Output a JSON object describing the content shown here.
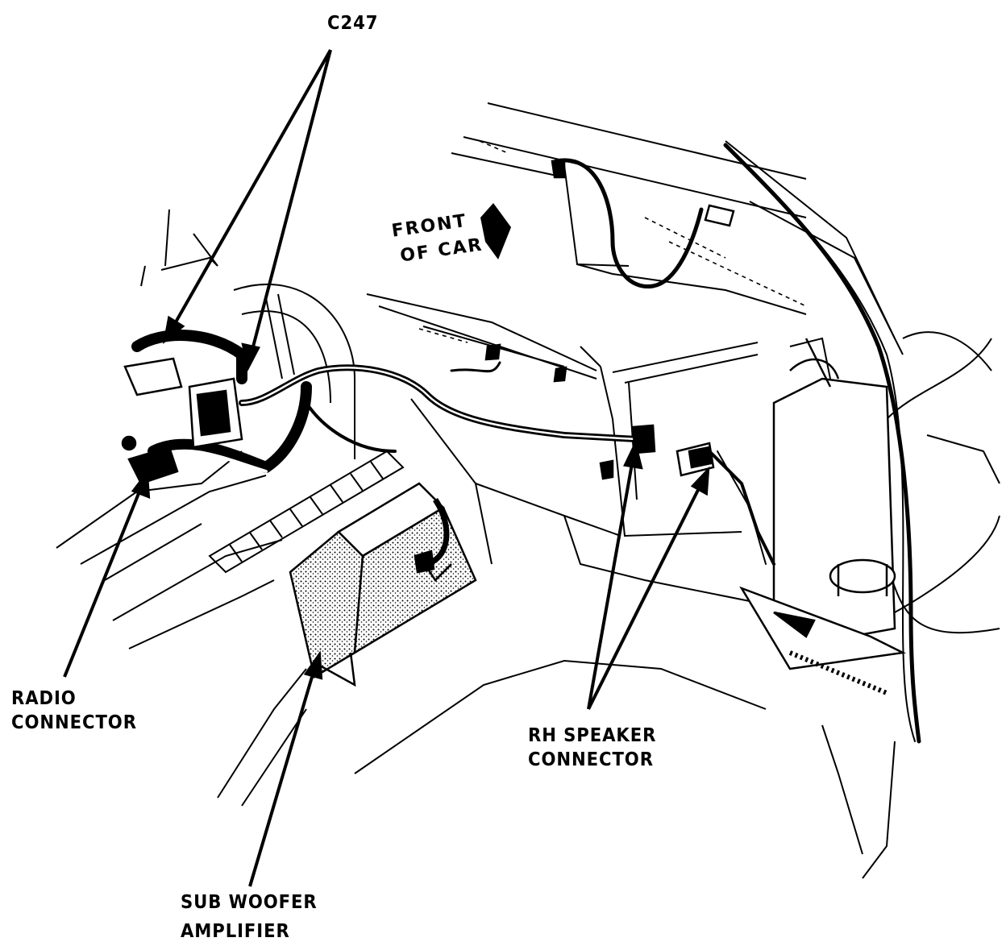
{
  "labels": {
    "c247": "C247",
    "front_of_car": [
      "FRONT",
      "OF CAR"
    ],
    "radio_connector": [
      "RADIO",
      "CONNECTOR"
    ],
    "rh_speaker_connector": [
      "RH SPEAKER",
      "CONNECTOR"
    ],
    "subwoofer_amplifier": [
      "SUB WOOFER",
      "AMPLIFIER"
    ]
  },
  "colors": {
    "ink": "#000000",
    "paper": "#ffffff"
  }
}
